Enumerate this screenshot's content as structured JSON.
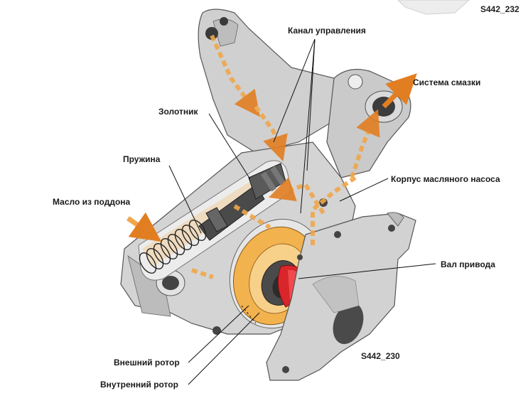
{
  "figure_codes": {
    "top_right": "S442_232",
    "bottom": "S442_230"
  },
  "labels": {
    "control_channel": "Канал управления",
    "lubrication_system": "Система смазки",
    "spool": "Золотник",
    "spring": "Пружина",
    "oil_pump_housing": "Корпус масляного насоса",
    "oil_from_sump": "Масло из поддона",
    "drive_shaft": "Вал привода",
    "outer_rotor": "Внешний ротор",
    "inner_rotor": "Внутренний ротор"
  },
  "colors": {
    "oil_flow": "#f0a64a",
    "oil_flow_dark": "#e27e22",
    "housing": "#cfcfcf",
    "housing_edge": "#555555",
    "rotor": "#f2b24e",
    "drive_shaft_ring": "#d8262b",
    "leader_line": "#111111"
  }
}
